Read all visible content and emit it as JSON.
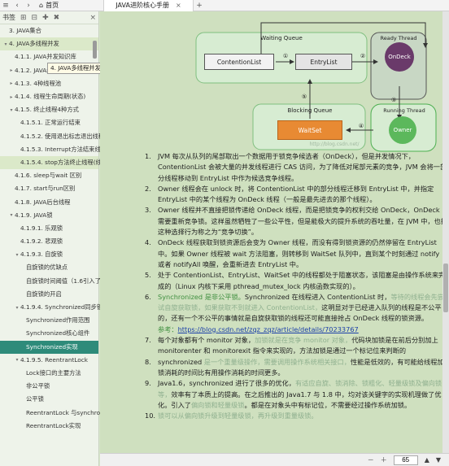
{
  "topbar": {
    "home_tab": "首页",
    "doc_tab": "JAVA进阶核心手册",
    "add_tab": "+"
  },
  "sidebar": {
    "header": "书签",
    "tooltip": "4. JAVA多线程并发",
    "items": [
      {
        "label": "3. JAVA集合",
        "indent": 0,
        "arrow": "",
        "state": ""
      },
      {
        "label": "4. JAVA多线程并发",
        "indent": 0,
        "arrow": "▾",
        "state": "hl"
      },
      {
        "label": "4.1.1. JAVA并发知识库",
        "indent": 1,
        "arrow": "",
        "state": ""
      },
      {
        "label": "4.1.2. JAVA线程实现/创建方式",
        "indent": 1,
        "arrow": "▸",
        "state": ""
      },
      {
        "label": "4.1.3. 4种线程池",
        "indent": 1,
        "arrow": "▸",
        "state": ""
      },
      {
        "label": "4.1.4. 线程生命周期(状态)",
        "indent": 1,
        "arrow": "▸",
        "state": ""
      },
      {
        "label": "4.1.5. 终止线程4种方式",
        "indent": 1,
        "arrow": "▾",
        "state": ""
      },
      {
        "label": "4.1.5.1. 正常运行结束",
        "indent": 2,
        "arrow": "",
        "state": ""
      },
      {
        "label": "4.1.5.2. 使用退出标志退出线程",
        "indent": 2,
        "arrow": "",
        "state": ""
      },
      {
        "label": "4.1.5.3. Interrupt方法结束线程",
        "indent": 2,
        "arrow": "",
        "state": ""
      },
      {
        "label": "4.1.5.4. stop方法终止线程(线程不安全)",
        "indent": 2,
        "arrow": "",
        "state": "hl"
      },
      {
        "label": "4.1.6. sleep与wait 区别",
        "indent": 1,
        "arrow": "",
        "state": ""
      },
      {
        "label": "4.1.7. start与run区别",
        "indent": 1,
        "arrow": "",
        "state": ""
      },
      {
        "label": "4.1.8. JAVA后台线程",
        "indent": 1,
        "arrow": "",
        "state": ""
      },
      {
        "label": "4.1.9. JAVA锁",
        "indent": 1,
        "arrow": "▾",
        "state": ""
      },
      {
        "label": "4.1.9.1. 乐观锁",
        "indent": 2,
        "arrow": "",
        "state": ""
      },
      {
        "label": "4.1.9.2. 悲观锁",
        "indent": 2,
        "arrow": "",
        "state": ""
      },
      {
        "label": "4.1.9.3. 自旋锁",
        "indent": 2,
        "arrow": "▾",
        "state": ""
      },
      {
        "label": "自旋锁的优缺点",
        "indent": 3,
        "arrow": "",
        "state": ""
      },
      {
        "label": "自旋锁时间阈值（1.6引入了适应性自旋锁）",
        "indent": 3,
        "arrow": "",
        "state": ""
      },
      {
        "label": "自旋锁的开启",
        "indent": 3,
        "arrow": "",
        "state": ""
      },
      {
        "label": "4.1.9.4. Synchronized同步锁",
        "indent": 2,
        "arrow": "▾",
        "state": ""
      },
      {
        "label": "Synchronized作用范围",
        "indent": 3,
        "arrow": "",
        "state": ""
      },
      {
        "label": "Synchronized核心组件",
        "indent": 3,
        "arrow": "",
        "state": ""
      },
      {
        "label": "Synchronized实现",
        "indent": 3,
        "arrow": "",
        "state": "sel"
      },
      {
        "label": "4.1.9.5. ReentrantLock",
        "indent": 2,
        "arrow": "▾",
        "state": ""
      },
      {
        "label": "Lock接口的主要方法",
        "indent": 3,
        "arrow": "",
        "state": ""
      },
      {
        "label": "非公平锁",
        "indent": 3,
        "arrow": "",
        "state": ""
      },
      {
        "label": "公平锁",
        "indent": 3,
        "arrow": "",
        "state": ""
      },
      {
        "label": "ReentrantLock 与synchronized",
        "indent": 3,
        "arrow": "",
        "state": ""
      },
      {
        "label": "ReentrantLock实现",
        "indent": 3,
        "arrow": "",
        "state": ""
      }
    ]
  },
  "diagram": {
    "waiting_queue": "Waiting Queue",
    "content_list": "ContentionList",
    "entry_list": "EntryList",
    "ready_thread": "Ready Thread",
    "ondeck": "OnDeck",
    "blocking_queue": "Blocking Queue",
    "waitset": "WaitSet",
    "running_thread": "Running Thread",
    "owner": "Owner",
    "step1": "①",
    "step2": "②",
    "step3": "③",
    "step4": "④",
    "step5": "⑤",
    "watermark": "http://blog.csdn.net/"
  },
  "content": [
    {
      "num": "1.",
      "parts": [
        {
          "t": "JVM 每次从队列的尾部取出一个数据用于锁竞争候选者（OnDeck），但是并发情况下，ContentionList 会被大量的并发线程进行 CAS 访问，为了降低对尾部元素的竞争，JVM 会将一部分线程移动到 EntryList 中作为候选竞争线程。",
          "c": ""
        }
      ]
    },
    {
      "num": "2.",
      "parts": [
        {
          "t": "Owner 线程会在 unlock 时，将 ContentionList 中的部分线程迁移到 EntryList 中，并指定 EntryList 中的某个线程为 OnDeck 线程（一般是最先进去的那个线程）。",
          "c": ""
        }
      ]
    },
    {
      "num": "3.",
      "parts": [
        {
          "t": "Owner 线程并不直接把锁传递给 OnDeck 线程，而是把锁竞争的权利交给 OnDeck，OnDeck 需要重新竞争锁。这样虽然牺牲了一些公平性，但是能极大的提升系统的吞吐量，在 JVM 中，也把这种选择行为称之为“竞争切换”。",
          "c": ""
        }
      ]
    },
    {
      "num": "4.",
      "parts": [
        {
          "t": "OnDeck 线程获取到锁资源后会变为 Owner 线程，而没有得到锁资源的仍然停留在 EntryList 中。如果 Owner 线程被 wait 方法阻塞，则转移到 WaitSet 队列中，直到某个时刻通过 notify 或者 notifyAll 唤醒，会重新进去 EntryList 中。",
          "c": ""
        }
      ]
    },
    {
      "num": "5.",
      "parts": [
        {
          "t": "处于 ContentionList、EntryList、WaitSet 中的线程都处于阻塞状态，该阻塞是由操作系统来完成的（Linux 内核下采用 pthread_mutex_lock 内核函数实现的）。",
          "c": ""
        }
      ]
    },
    {
      "num": "6.",
      "parts": [
        {
          "t": "Synchronized 是非公平锁。",
          "c": "green"
        },
        {
          "t": "Synchronized 在线程进入 ContentionList 时，",
          "c": ""
        },
        {
          "t": "等待的线程会先尝试自旋获取锁，如果获取不到就进入 ContentionList，",
          "c": "faint"
        },
        {
          "t": "这明显对于已经进入队列的线程是不公平的，还有一个不公平的事情就是自旋获取锁的线程还可能直接抢占 OnDeck 线程的锁资源。",
          "c": ""
        }
      ]
    },
    {
      "num": "",
      "parts": [
        {
          "t": "参考：",
          "c": "green"
        },
        {
          "t": "https://blog.csdn.net/zqz_zqz/article/details/70233767",
          "c": "link"
        }
      ]
    },
    {
      "num": "7.",
      "parts": [
        {
          "t": "每个对象都有个 monitor 对象，",
          "c": ""
        },
        {
          "t": "加锁就是在竞争 monitor 对象，",
          "c": "faint"
        },
        {
          "t": "代码块加锁是在前后分别加上 monitorenter 和 monitorexit 指令来实现的，方法加锁是通过一个标记位来判断的",
          "c": ""
        }
      ]
    },
    {
      "num": "8.",
      "parts": [
        {
          "t": "synchronized ",
          "c": ""
        },
        {
          "t": "是一个重量级操作，需要调用操作系统相关接口，",
          "c": "faint"
        },
        {
          "t": "性能是低效的，有可能给线程加锁消耗的时间比有用操作消耗的时间更多。",
          "c": ""
        }
      ]
    },
    {
      "num": "9.",
      "parts": [
        {
          "t": "Java1.6，synchronized 进行了很多的优化，",
          "c": ""
        },
        {
          "t": "有适应自旋、锁消除、锁粗化、轻量级锁及偏向锁等，",
          "c": "faint"
        },
        {
          "t": "效率有了本质上的提高。在之后推出的 Java1.7 与 1.8 中，均对该关键字的实现机理做了优化。引入了",
          "c": ""
        },
        {
          "t": "偏向锁和轻量级锁",
          "c": "faint"
        },
        {
          "t": "。都是在对象头中有标记位，不需要经过操作系统加锁。",
          "c": ""
        }
      ]
    },
    {
      "num": "10.",
      "parts": [
        {
          "t": "锁可以从偏向锁升级到轻量级锁，再升级到重量级锁。",
          "c": "faint"
        }
      ]
    }
  ],
  "bottombar": {
    "page": "65",
    "up": "▲",
    "down": "▼"
  }
}
